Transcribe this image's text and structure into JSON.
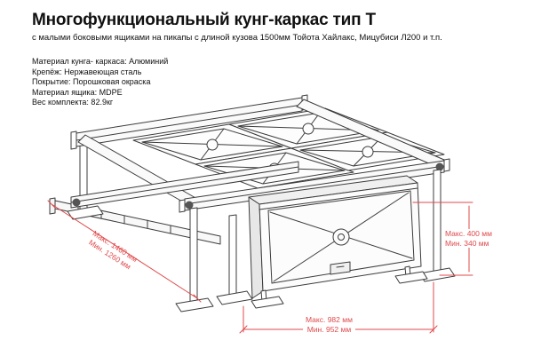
{
  "header": {
    "title": "Многофункциональный кунг-каркас тип Т",
    "subtitle": "с малыми боковыми ящиками на пикапы с длиной кузова 1500мм Тойота Хайлакс, Мицубиси Л200 и т.п."
  },
  "specs": {
    "lines": [
      "Материал кунга- каркаса: Алюминий",
      "Крепёж: Нержавеющая сталь",
      "Покрытие: Порошковая окраска",
      "Материал ящика: MDPE",
      "Вес комплекта: 82.9кг"
    ]
  },
  "dimensions": {
    "length": {
      "max": "Макс. 1460 мм",
      "min": "Мин. 1260 мм"
    },
    "height": {
      "max": "Макс. 400 мм",
      "min": "Мин. 340 мм"
    },
    "width": {
      "max": "Макс. 982 мм",
      "min": "Мин. 952 мм"
    }
  },
  "colors": {
    "dimension_red": "#e0494b",
    "line_gray": "#3c3c3c"
  }
}
